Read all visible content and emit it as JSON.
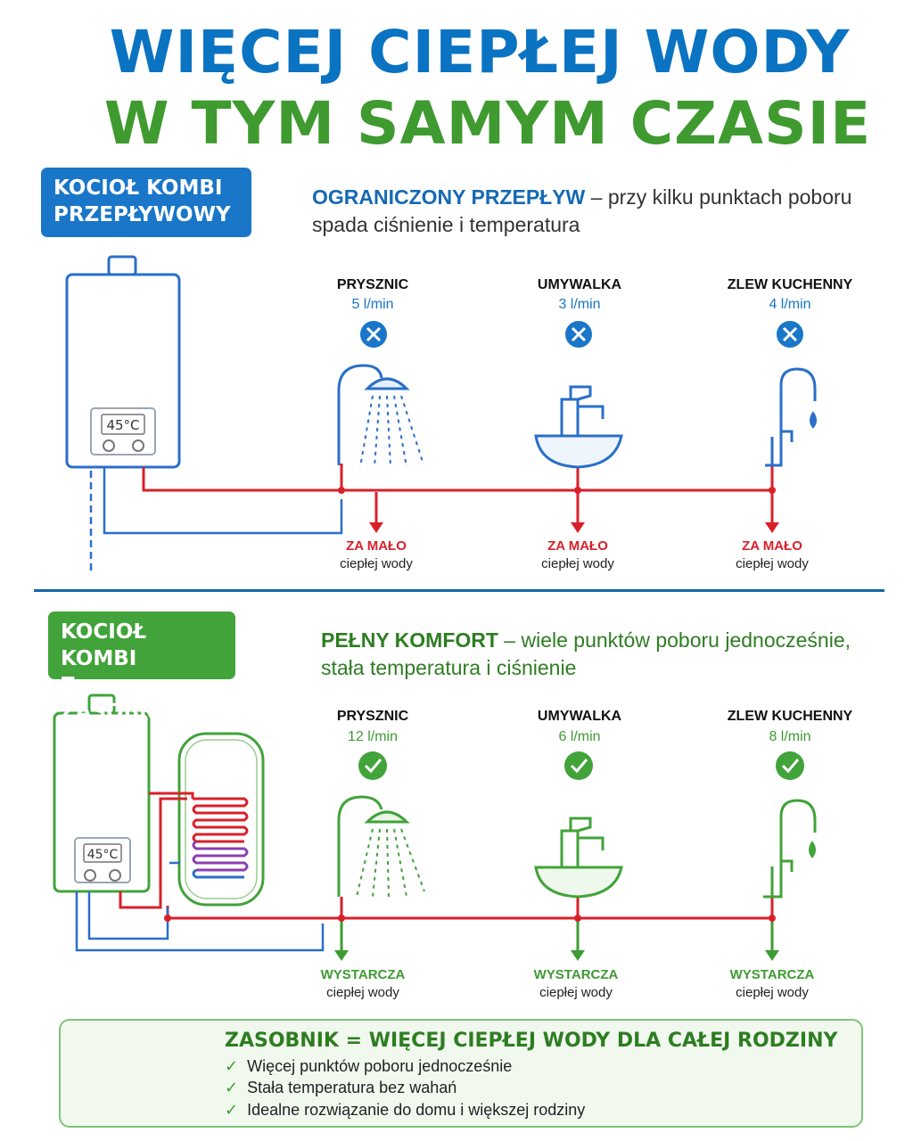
{
  "title": {
    "line1": "WIĘCEJ CIEPŁEJ WODY",
    "line2": "W TYM SAMYM CZASIE"
  },
  "top": {
    "badge": [
      "KOCIOŁ KOMBI",
      "PRZEPŁYWOWY"
    ],
    "desc_bold": "OGRANICZONY PRZEPŁYW",
    "desc_rest": " – przy kilku punktach poboru spada ciśnienie i temperatura",
    "display": "45°C",
    "points": [
      {
        "label": "PRYSZNIC",
        "flow": "5 l/min",
        "result": "ZA MAŁO",
        "sub": "ciepłej wody"
      },
      {
        "label": "UMYWALKA",
        "flow": "3 l/min",
        "result": "ZA MAŁO",
        "sub": "ciepłej wody"
      },
      {
        "label": "ZLEW KUCHENNY",
        "flow": "4 l/min",
        "result": "ZA MAŁO",
        "sub": "ciepłej wody"
      }
    ]
  },
  "bottom": {
    "badge": [
      "KOCIOŁ KOMBI",
      "Z ZASOBNIKIEM"
    ],
    "desc_bold": "PEŁNY KOMFORT",
    "desc_rest": " – wiele punktów poboru jednocześnie, stała temperatura i ciśnienie",
    "display": "45°C",
    "points": [
      {
        "label": "PRYSZNIC",
        "flow": "12 l/min",
        "result": "WYSTARCZA",
        "sub": "ciepłej wody"
      },
      {
        "label": "UMYWALKA",
        "flow": "6 l/min",
        "result": "WYSTARCZA",
        "sub": "ciepłej wody"
      },
      {
        "label": "ZLEW KUCHENNY",
        "flow": "8 l/min",
        "result": "WYSTARCZA",
        "sub": "ciepłej wody"
      }
    ]
  },
  "summary": {
    "title": "ZASOBNIK = WIĘCEJ CIEPŁEJ WODY DLA CAŁEJ RODZINY",
    "items": [
      "Więcej punktów poboru jednocześnie",
      "Stała temperatura bez wahań",
      "Idealne rozwiązanie do domu i większej rodziny"
    ]
  },
  "colors": {
    "blue": "#1976c8",
    "green": "#41a33a",
    "hot": "#d9202a",
    "cold": "#2a6fc9"
  }
}
